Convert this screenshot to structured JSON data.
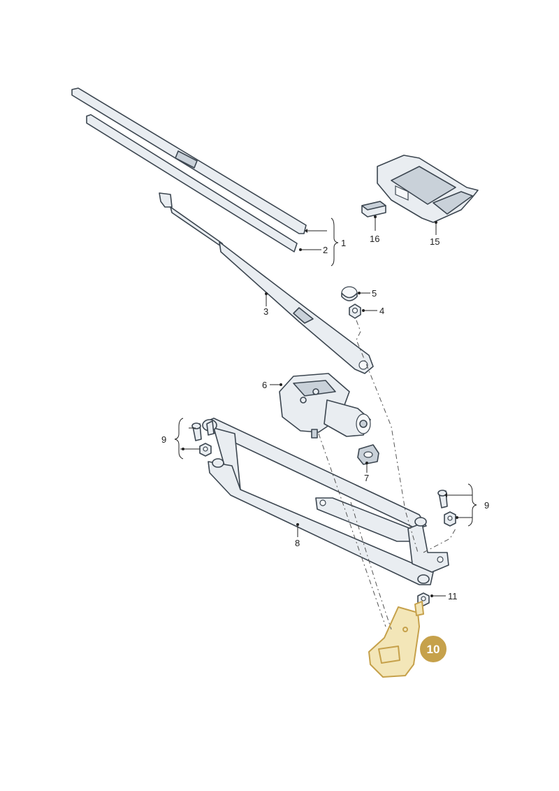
{
  "callouts": {
    "c1": "1",
    "c2": "2",
    "c3": "3",
    "c4": "4",
    "c5": "5",
    "c6": "6",
    "c7": "7",
    "c8": "8",
    "c9a": "9",
    "c9b": "9",
    "c11": "11",
    "c15": "15",
    "c16": "16"
  },
  "highlight": {
    "label": "10",
    "color": "#c6a14b"
  }
}
